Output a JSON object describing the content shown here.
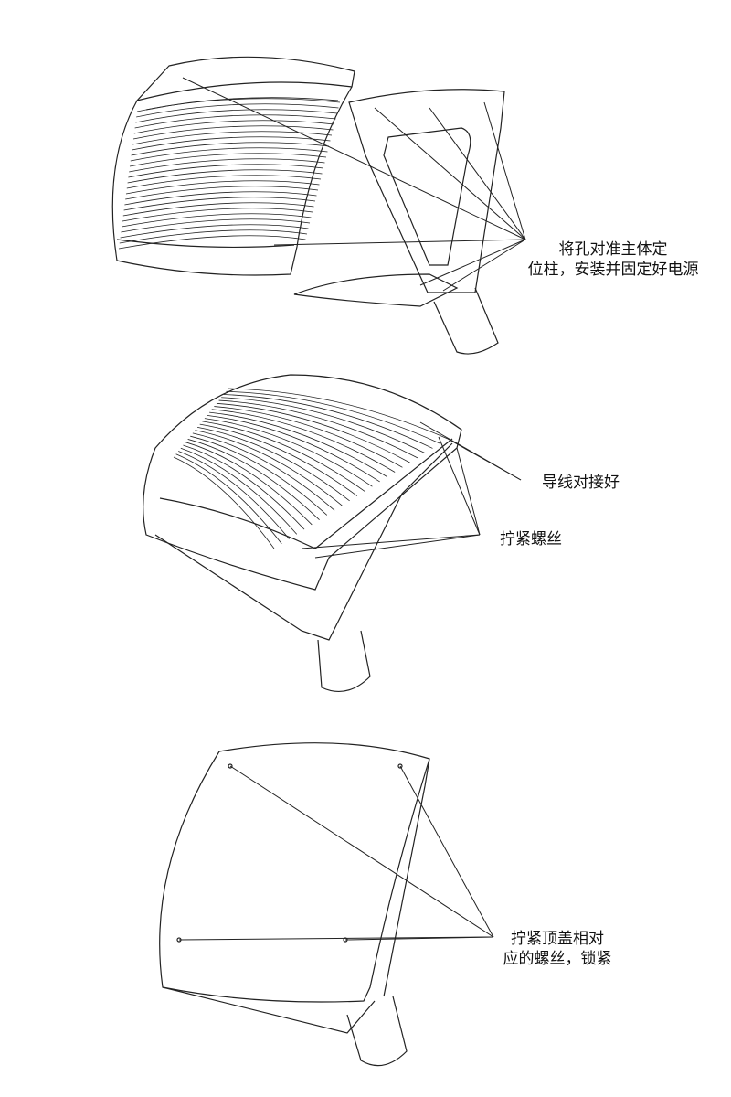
{
  "steps": [
    {
      "label_lines": [
        "将孔对准主体定",
        "位柱，安装并固定好电源"
      ]
    },
    {
      "label_a": "导线对接好",
      "label_b": "拧紧螺丝"
    },
    {
      "label_lines": [
        "拧紧顶盖相对",
        "应的螺丝，锁紧"
      ]
    }
  ]
}
